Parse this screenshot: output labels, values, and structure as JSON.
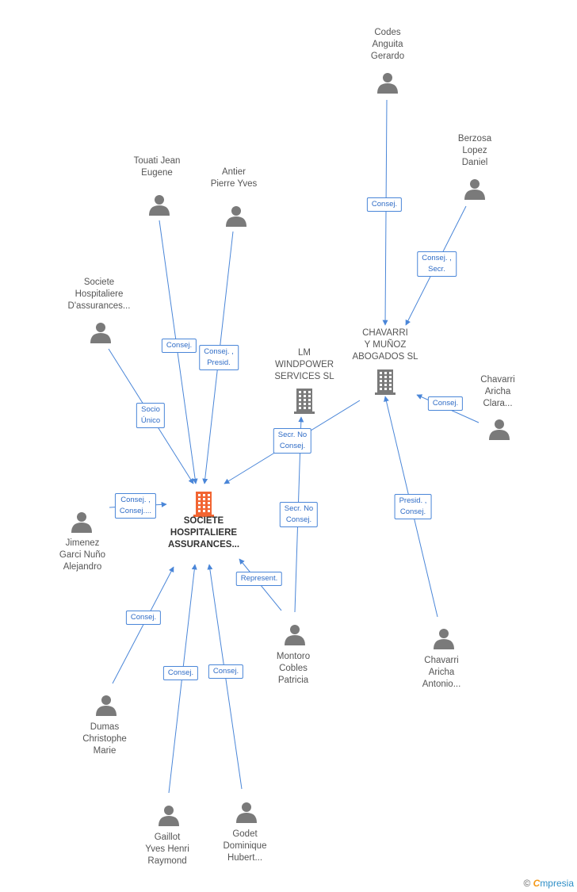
{
  "colors": {
    "edge": "#4a86d8",
    "person": "#7a7a7a",
    "company": "#7a7a7a",
    "main_company": "#f26532"
  },
  "nodes": [
    {
      "id": "main",
      "kind": "company-main",
      "label": "SOCIETE\nHOSPITALIERE\nASSURANCES..."
    },
    {
      "id": "lm",
      "kind": "company",
      "label": "LM\nWINDPOWER\nSERVICES SL"
    },
    {
      "id": "chav_sl",
      "kind": "company",
      "label": "CHAVARRI\nY MUÑOZ\nABOGADOS SL"
    },
    {
      "id": "codes",
      "kind": "person",
      "label": "Codes\nAnguita\nGerardo"
    },
    {
      "id": "berzosa",
      "kind": "person",
      "label": "Berzosa\nLopez\nDaniel"
    },
    {
      "id": "touati",
      "kind": "person",
      "label": "Touati Jean\nEugene"
    },
    {
      "id": "antier",
      "kind": "person",
      "label": "Antier\nPierre Yves"
    },
    {
      "id": "sha",
      "kind": "person",
      "label": "Societe\nHospitaliere\nD'assurances..."
    },
    {
      "id": "chav_clara",
      "kind": "person",
      "label": "Chavarri\nAricha\nClara..."
    },
    {
      "id": "jimenez",
      "kind": "person",
      "label": "Jimenez\nGarci Nuño\nAlejandro"
    },
    {
      "id": "montoro",
      "kind": "person",
      "label": "Montoro\nCobles\nPatricia"
    },
    {
      "id": "chav_antonio",
      "kind": "person",
      "label": "Chavarri\nAricha\nAntonio..."
    },
    {
      "id": "dumas",
      "kind": "person",
      "label": "Dumas\nChristophe\nMarie"
    },
    {
      "id": "gaillot",
      "kind": "person",
      "label": "Gaillot\nYves Henri\nRaymond"
    },
    {
      "id": "godet",
      "kind": "person",
      "label": "Godet\nDominique\nHubert..."
    }
  ],
  "edges": [
    {
      "from": "codes",
      "to": "chav_sl",
      "label": "Consej."
    },
    {
      "from": "berzosa",
      "to": "chav_sl",
      "label": "Consej. ,\nSecr."
    },
    {
      "from": "chav_clara",
      "to": "chav_sl",
      "label": "Consej."
    },
    {
      "from": "chav_antonio",
      "to": "chav_sl",
      "label": "Presid. ,\nConsej."
    },
    {
      "from": "chav_sl",
      "to": "main",
      "label": "Secr. No\nConsej."
    },
    {
      "from": "montoro",
      "to": "lm",
      "label": "Secr. No\nConsej."
    },
    {
      "from": "montoro",
      "to": "main",
      "label": "Represent."
    },
    {
      "from": "touati",
      "to": "main",
      "label": "Consej."
    },
    {
      "from": "antier",
      "to": "main",
      "label": "Consej. ,\nPresid."
    },
    {
      "from": "sha",
      "to": "main",
      "label": "Socio\nÚnico"
    },
    {
      "from": "jimenez",
      "to": "main",
      "label": "Consej. ,\nConsej...."
    },
    {
      "from": "dumas",
      "to": "main",
      "label": "Consej."
    },
    {
      "from": "gaillot",
      "to": "main",
      "label": "Consej."
    },
    {
      "from": "godet",
      "to": "main",
      "label": "Consej."
    }
  ],
  "watermark": {
    "copyright": "©",
    "brand_initial": "C",
    "brand_rest": "mpresia"
  }
}
